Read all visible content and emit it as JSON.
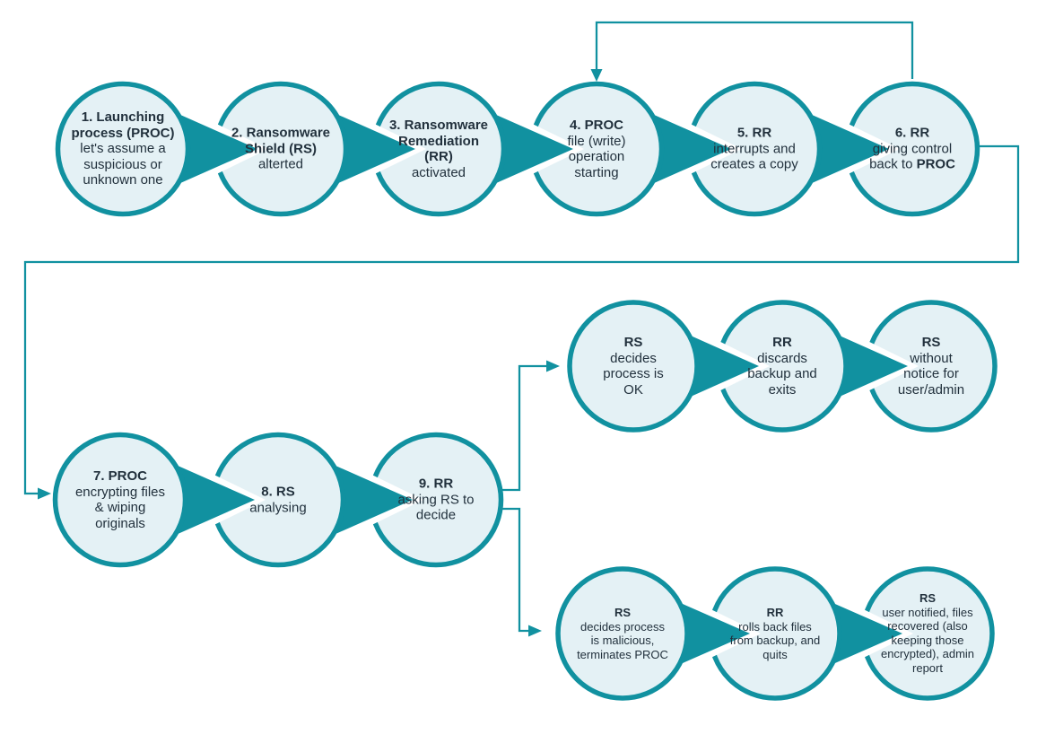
{
  "colors": {
    "teal": "#1191a0",
    "node_fill": "#e4f1f5",
    "text": "#22313d",
    "background": "#ffffff"
  },
  "chains": {
    "top": {
      "nodes": [
        {
          "title": "1. Launching process (PROC)",
          "body": "let's assume a suspicious or unknown one"
        },
        {
          "title": "2. Ransomware Shield (RS)",
          "body": "alterted"
        },
        {
          "title": "3. Ransomware Remediation (RR)",
          "body": "activated"
        },
        {
          "title": "4. PROC",
          "body": "file (write) operation starting"
        },
        {
          "title": "5. RR",
          "body": "interrupts and creates a copy"
        },
        {
          "title": "6. RR",
          "body": "giving control back to ",
          "body_bold": "PROC"
        }
      ]
    },
    "middle": {
      "nodes": [
        {
          "title": "7. PROC",
          "body": "encrypting files & wiping originals"
        },
        {
          "title": "8. RS",
          "body": "analysing"
        },
        {
          "title": "9. RR",
          "body": "asking RS to decide"
        }
      ]
    },
    "branch_ok": {
      "nodes": [
        {
          "title": "RS",
          "body": "decides process is OK"
        },
        {
          "title": "RR",
          "body": "discards backup and exits"
        },
        {
          "title": "RS",
          "body": "without notice for user/admin"
        }
      ]
    },
    "branch_malicious": {
      "nodes": [
        {
          "title": "RS",
          "body": "decides process is malicious, terminates PROC"
        },
        {
          "title": "RR",
          "body": "rolls back files from backup, and quits"
        },
        {
          "title": "RS",
          "body": "user notified, files recovered (also keeping those encrypted), admin report"
        }
      ]
    }
  }
}
